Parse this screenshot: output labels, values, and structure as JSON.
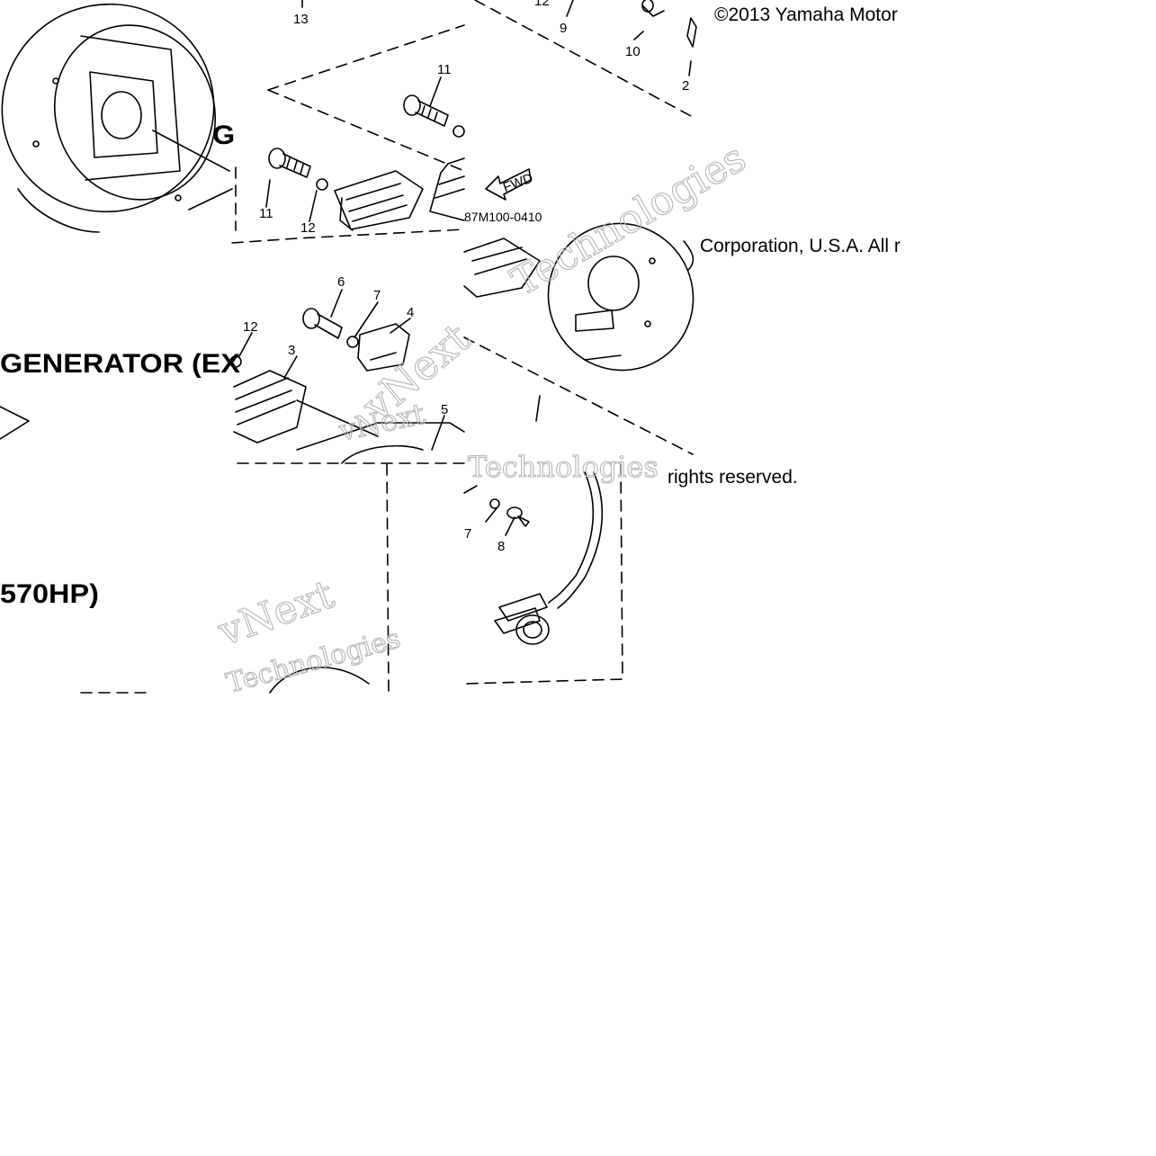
{
  "copyright": {
    "line1": "©2013 Yamaha Motor",
    "line2": "Corporation, U.S.A. All r",
    "line3": "rights reserved."
  },
  "titles": {
    "fragment1": "GENERATOR (EX",
    "fragment2": "570HP)",
    "fragment3": "G"
  },
  "diagram_code": "87M100-0410",
  "fwd_label": "FWD",
  "callouts": {
    "n13": "13",
    "n12_top": "12",
    "n9": "9",
    "n10": "10",
    "n2": "2",
    "n11_top": "11",
    "n11_left": "11",
    "n12_mid": "12",
    "n6": "6",
    "n7": "7",
    "n4": "4",
    "n12_left": "12",
    "n3": "3",
    "n5": "5",
    "n7_low": "7",
    "n8": "8"
  },
  "watermark": {
    "w1": "vNext",
    "w2": "Technologies",
    "w3": "vNext",
    "w4": "Technologies",
    "w5": "vNext",
    "w6": "Technologies"
  }
}
